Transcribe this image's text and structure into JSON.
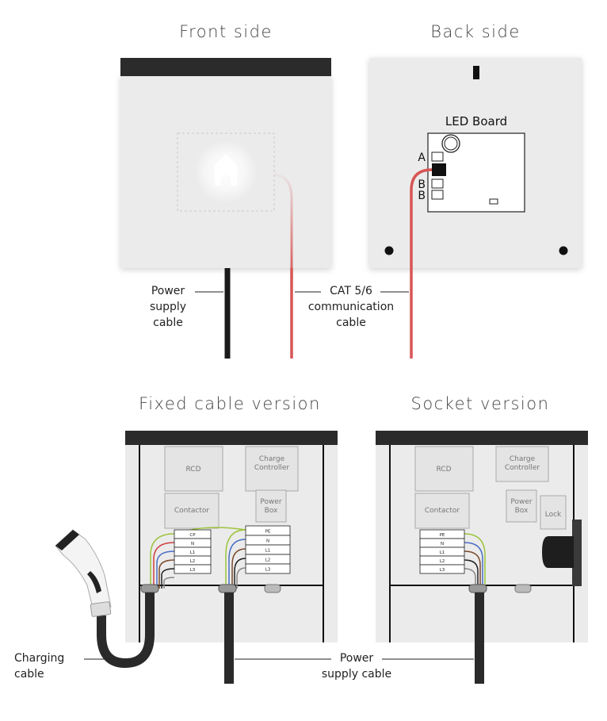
{
  "headings": {
    "front": "Front side",
    "back": "Back side",
    "fixed": "Fixed cable version",
    "socket": "Socket version"
  },
  "labels": {
    "power_supply_cable_top": "Power\nsupply\ncable",
    "cat_cable": "CAT 5/6\ncommunication\ncable",
    "charging_cable": "Charging\ncable",
    "power_supply_cable_bottom": "Power\nsupply cable"
  },
  "led_board": {
    "title": "LED Board",
    "connector_a": "A",
    "connector_b1": "B",
    "connector_b2": "B"
  },
  "components": {
    "rcd": "RCD",
    "charge_controller_line1": "Charge",
    "charge_controller_line2": "Controller",
    "contactor": "Contactor",
    "power_box_line1": "Power",
    "power_box_line2": "Box",
    "lock": "Lock"
  },
  "terminals": {
    "fixed_left": [
      "CP",
      "N",
      "L1",
      "L2",
      "L3"
    ],
    "fixed_right": [
      "PE",
      "N",
      "L1",
      "L2",
      "L3"
    ],
    "socket": [
      "PE",
      "N",
      "L1",
      "L2",
      "L3"
    ]
  },
  "colors": {
    "panel_bg": "#ebebeb",
    "panel_top_bar": "#2b2b2b",
    "cat_cable": "#d85555",
    "power_cable": "#1a1a1a",
    "wire_green_yellow": "#9dc43d",
    "wire_blue": "#4a6fc4",
    "wire_brown": "#7a4a2a",
    "wire_black": "#222222",
    "wire_grey": "#888888",
    "wire_red": "#d04040",
    "led_glow": "#ffffff"
  }
}
